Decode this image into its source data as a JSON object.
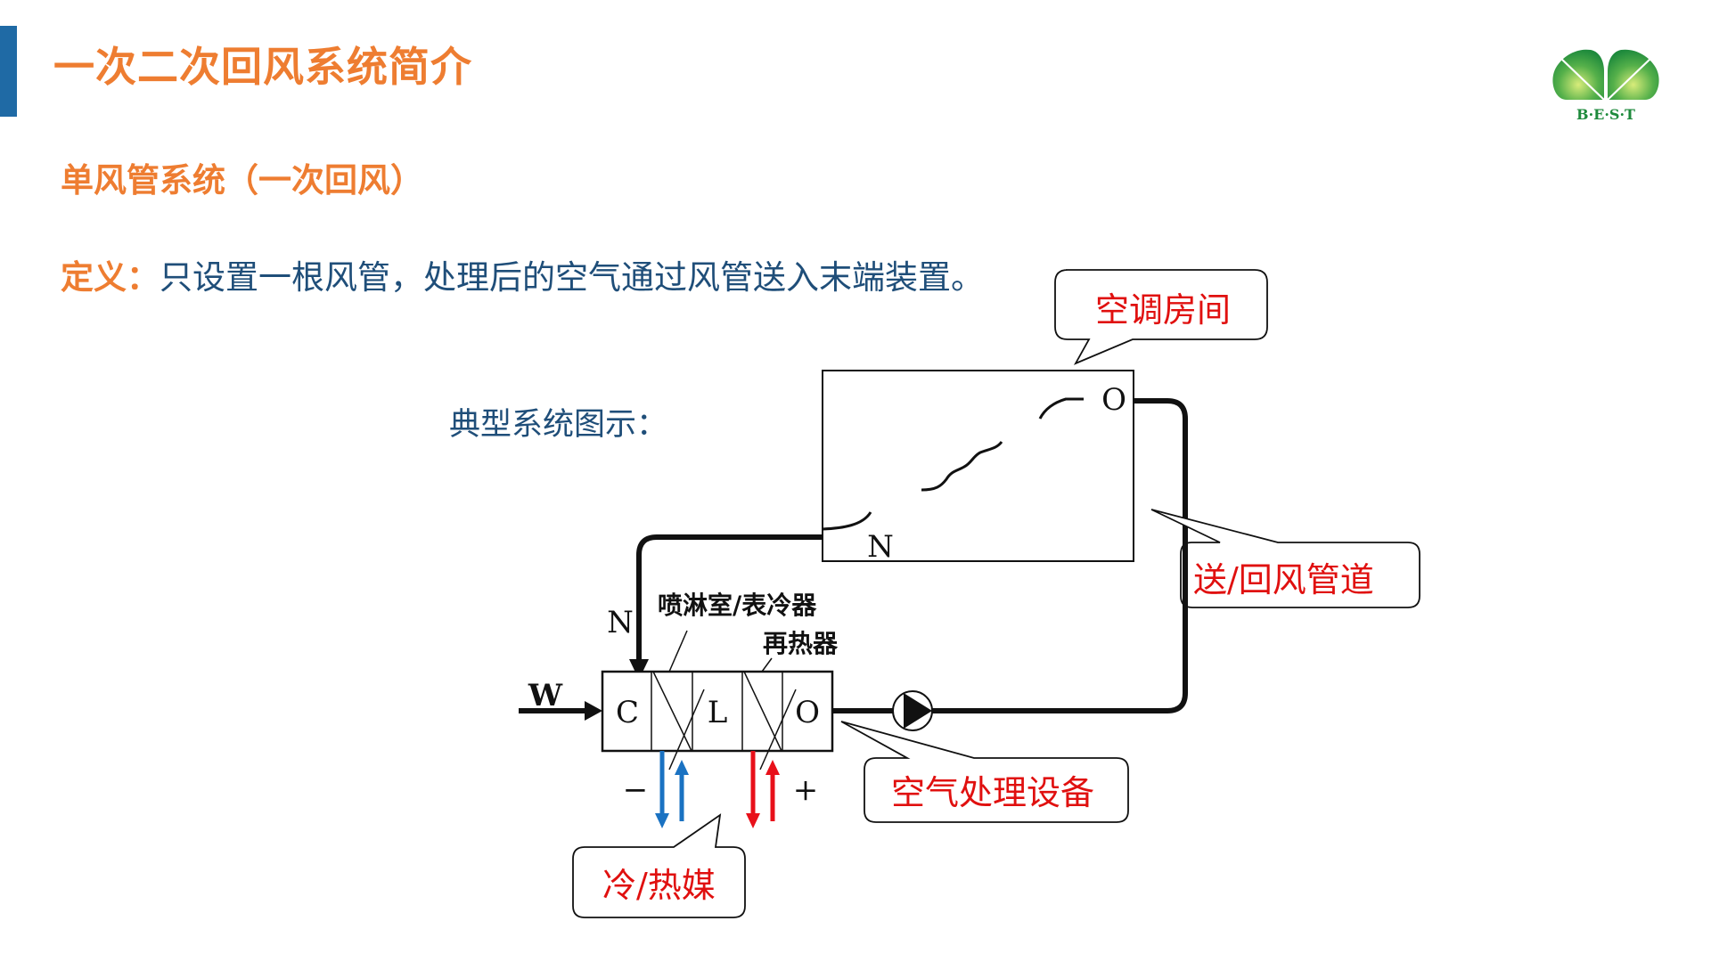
{
  "header": {
    "title": "一次二次回风系统简介",
    "accent_color": "#1f6aa5",
    "title_color": "#ee7d31"
  },
  "logo": {
    "icon": "best-leaf-logo-icon",
    "text": "B·E·S·T",
    "color": "#1e8a3c"
  },
  "content": {
    "subtitle": "单风管系统（一次回风）",
    "definition_label": "定义：",
    "definition_text": "只设置一根风管，处理后的空气通过风管送入末端装置。",
    "diagram_caption": "典型系统图示："
  },
  "diagram": {
    "room_outlet_label": "O",
    "room_return_label": "N",
    "return_pipe_label": "N",
    "fresh_air_label": "W",
    "ahu_sections": [
      "C",
      "L",
      "O"
    ],
    "spray_label": "喷淋室/表冷器",
    "reheater_label": "再热器",
    "minus_sign": "−",
    "plus_sign": "+",
    "cold_color": "#1a72c2",
    "hot_color": "#e8101a",
    "callouts": {
      "room": "空调房间",
      "duct": "送/回风管道",
      "ahu": "空气处理设备",
      "medium": "冷/热媒"
    }
  }
}
